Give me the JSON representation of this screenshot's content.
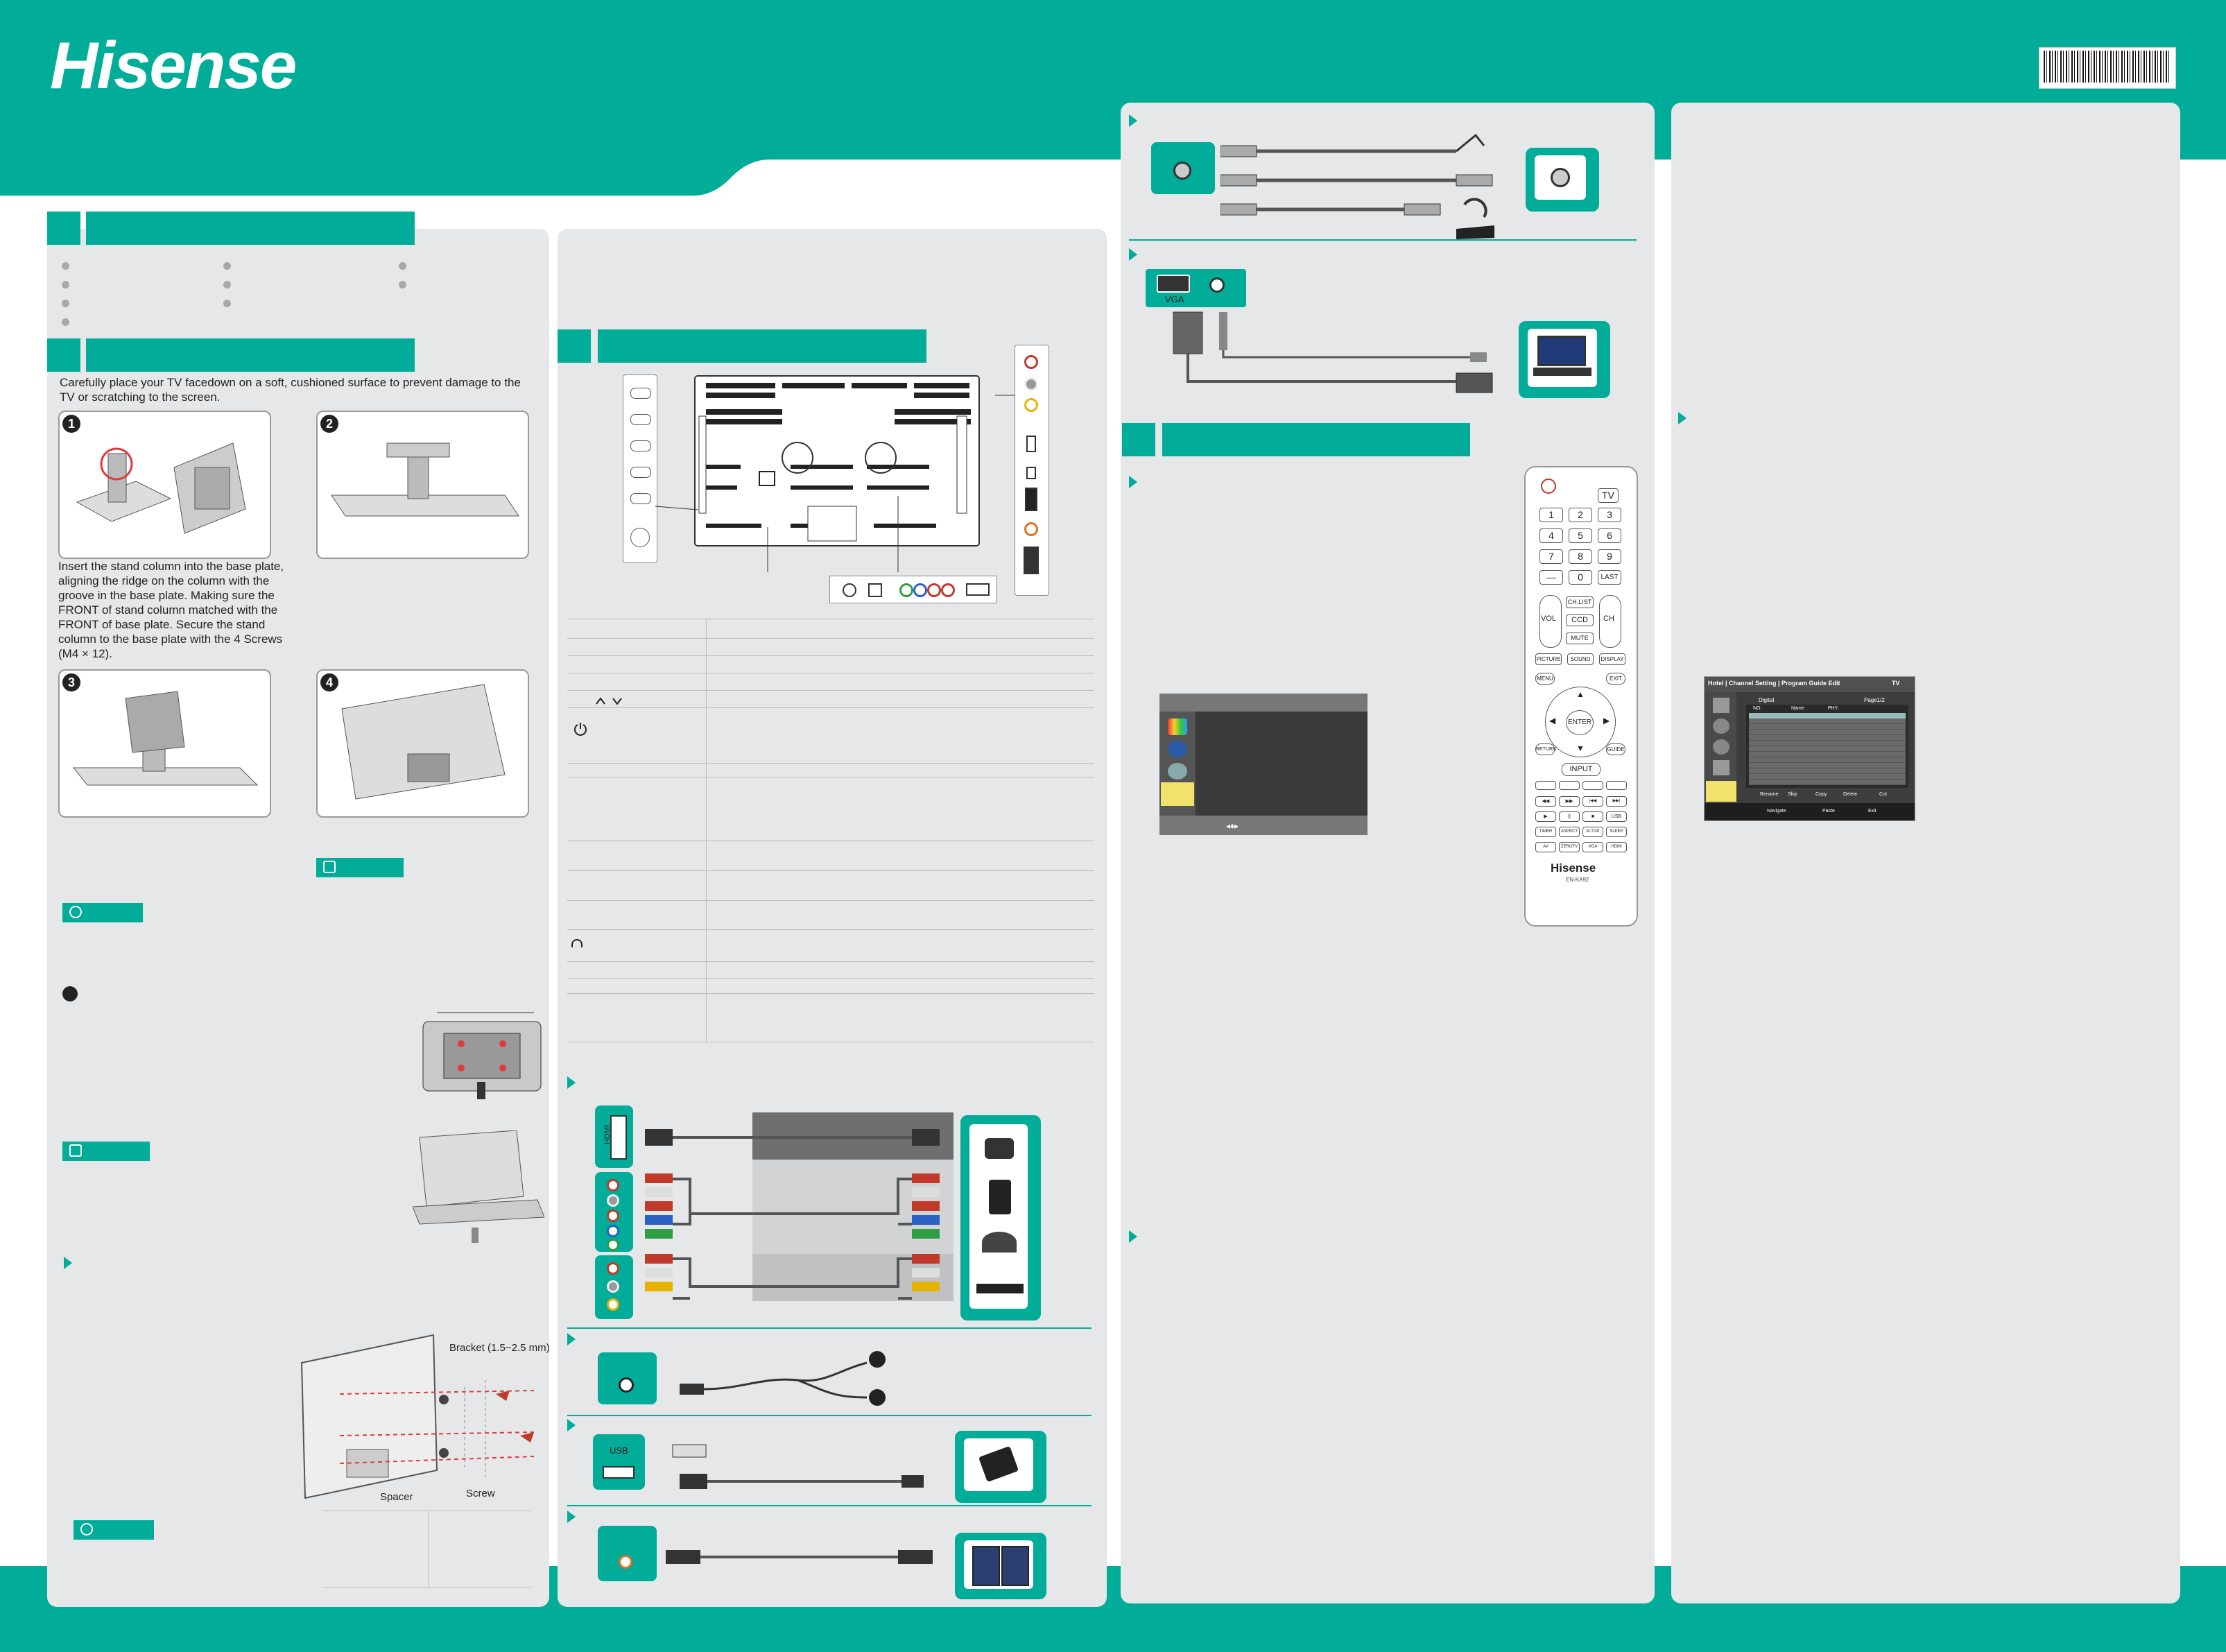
{
  "brand": {
    "logo_text": "Hisense",
    "remote_logo_text": "Hisense",
    "barcode_code": "||||||||||||||||||||||||||||||||||||"
  },
  "colors": {
    "brand_teal": "#01ac99",
    "panel_gray": "#e6e7e9",
    "dark": "#2d2d2d"
  },
  "stand_section": {
    "intro": "Carefully place your TV facedown on a soft, cushioned surface to prevent damage to the TV or scratching to the screen.",
    "step_numbers": [
      "1",
      "2",
      "3",
      "4"
    ],
    "step1_text": "Insert the stand column into the base plate, aligning the ridge on the column with the groove in the base plate. Making sure the FRONT of stand column matched with the FRONT of base plate. Secure the stand column to the base plate with the 4 Screws (M4 × 12)."
  },
  "wall_mount": {
    "bracket_label": "Bracket (1.5~2.5 mm)",
    "spacer_label": "Spacer",
    "screw_label": "Screw"
  },
  "connections": {
    "vga_label": "VGA",
    "hdmi_label": "HDMI",
    "usb_label": "USB"
  },
  "remote": {
    "tv": "TV",
    "digits": [
      "1",
      "2",
      "3",
      "4",
      "5",
      "6",
      "7",
      "8",
      "9",
      "—",
      "0",
      "LAST"
    ],
    "vol": "VOL",
    "ch": "CH",
    "ch_list": "CH.LIST",
    "ccd": "CCD",
    "mute": "MUTE",
    "picture": "PICTURE",
    "sound": "SOUND",
    "display": "DISPLAY",
    "menu": "MENU",
    "exit": "EXIT",
    "enter": "ENTER",
    "return": "RETURN",
    "guide": "GUIDE",
    "input": "INPUT",
    "media_row1": [
      "◀◀",
      "▶▶",
      "|◀◀",
      "▶▶|"
    ],
    "media_row2": [
      "▶",
      "||",
      "■",
      "USB"
    ],
    "media_row3": [
      "TIMER",
      "ASPECT",
      "M.TOP",
      "SLEEP"
    ],
    "media_row4": [
      "AV",
      "ZEROTV",
      "VGA",
      "HDMI"
    ],
    "model": "EN-KA92"
  },
  "hotel_menu": {
    "title": "Hotel | Channel Setting | Program Guide Edit",
    "tv_label": "TV",
    "digital": "Digital",
    "page": "Page1/2",
    "columns": [
      "NO.",
      "Name",
      "PHY."
    ],
    "footer": [
      "Rename",
      "Skip",
      "Copy",
      "Delete",
      "Cut"
    ],
    "navigate": "Navigate",
    "paste": "Paste",
    "exit": "Exit"
  }
}
